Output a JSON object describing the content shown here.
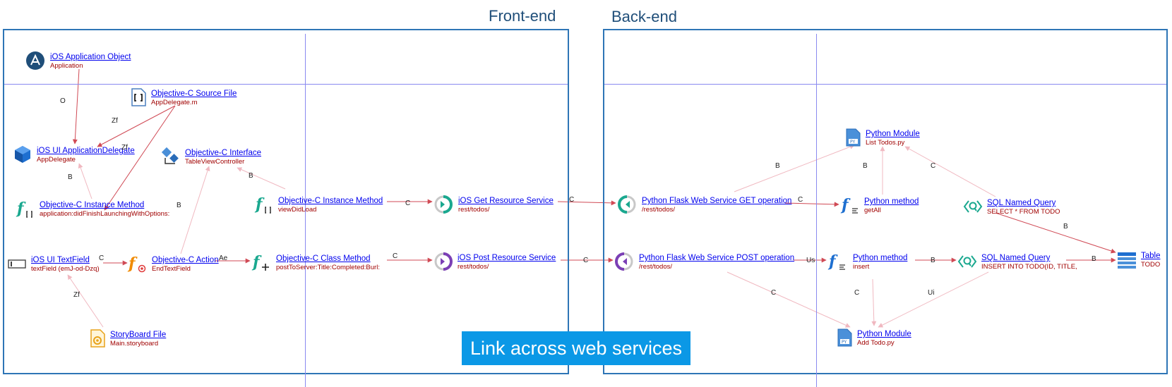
{
  "sections": {
    "front": "Front-end",
    "back": "Back-end"
  },
  "banner": "Link across web services",
  "nodes": {
    "ios_app": {
      "name": "iOS Application Object",
      "sub": "Application",
      "icon": "ios-app-icon"
    },
    "objc_source": {
      "name": "Objective-C Source File",
      "sub": "AppDelegate.m",
      "icon": "source-file-icon"
    },
    "ios_delegate": {
      "name": "iOS UI ApplicationDelegate",
      "sub": "AppDelegate",
      "icon": "cube-icon"
    },
    "objc_interface": {
      "name": "Objective-C Interface",
      "sub": "TableViewController",
      "icon": "interface-icon"
    },
    "objc_method_did": {
      "name": "Objective-C Instance Method",
      "sub": "application:didFinishLaunchingWithOptions:",
      "icon": "method-icon"
    },
    "objc_method_view": {
      "name": "Objective-C Instance Method",
      "sub": "viewDidLoad",
      "icon": "method-icon"
    },
    "ios_get": {
      "name": "iOS Get Resource Service",
      "sub": "rest/todos/",
      "icon": "get-service-icon"
    },
    "ios_textfield": {
      "name": "iOS UI TextField",
      "sub": "textField (emJ-od-Dzq)",
      "icon": "textfield-icon"
    },
    "objc_action": {
      "name": "Objective-C Action",
      "sub": "EndTextField",
      "icon": "action-icon"
    },
    "objc_class_method": {
      "name": "Objective-C Class Method",
      "sub": "postToServer:Title:Completed:Burl:",
      "icon": "class-method-icon"
    },
    "ios_post": {
      "name": "iOS Post Resource Service",
      "sub": "rest/todos/",
      "icon": "post-service-icon"
    },
    "storyboard": {
      "name": "StoryBoard File",
      "sub": "Main.storyboard",
      "icon": "storyboard-icon"
    },
    "flask_get": {
      "name": "Python Flask Web Service GET operation",
      "sub": "/rest/todos/",
      "icon": "flask-get-icon"
    },
    "flask_post": {
      "name": "Python Flask Web Service POST operation",
      "sub": "/rest/todos/",
      "icon": "flask-post-icon"
    },
    "py_module_list": {
      "name": "Python Module",
      "sub": "List Todos.py",
      "icon": "python-file-icon"
    },
    "py_method_getall": {
      "name": "Python method",
      "sub": "getAll",
      "icon": "python-method-icon"
    },
    "sql_select": {
      "name": "SQL Named Query",
      "sub": "SELECT * FROM TODO",
      "icon": "sql-query-icon"
    },
    "table_todo": {
      "name": "Table",
      "sub": "TODO",
      "icon": "table-icon"
    },
    "py_method_insert": {
      "name": "Python method",
      "sub": "insert",
      "icon": "python-method-icon"
    },
    "sql_insert": {
      "name": "SQL Named Query",
      "sub": "INSERT INTO TODO(ID, TITLE,",
      "icon": "sql-query-icon"
    },
    "py_module_add": {
      "name": "Python Module",
      "sub": "Add Todo.py",
      "icon": "python-file-icon"
    }
  },
  "edges": [
    {
      "from": "ios_app",
      "to": "ios_delegate",
      "label": "O"
    },
    {
      "from": "objc_source",
      "to": "ios_delegate",
      "label": "Zf"
    },
    {
      "from": "objc_source",
      "to": "objc_method_did",
      "label": "Zf"
    },
    {
      "from": "objc_method_did",
      "to": "ios_delegate",
      "label": "B"
    },
    {
      "from": "objc_action",
      "to": "objc_interface",
      "label": "B"
    },
    {
      "from": "objc_method_view",
      "to": "objc_interface",
      "label": "B"
    },
    {
      "from": "objc_method_view",
      "to": "ios_get",
      "label": "C"
    },
    {
      "from": "ios_get",
      "to": "flask_get",
      "label": "C"
    },
    {
      "from": "ios_textfield",
      "to": "objc_action",
      "label": "C"
    },
    {
      "from": "objc_action",
      "to": "objc_class_method",
      "label": "Ae"
    },
    {
      "from": "objc_class_method",
      "to": "ios_post",
      "label": "C"
    },
    {
      "from": "ios_post",
      "to": "flask_post",
      "label": "C"
    },
    {
      "from": "storyboard",
      "to": "ios_textfield",
      "label": "Zf"
    },
    {
      "from": "flask_get",
      "to": "py_module_list",
      "label": "B"
    },
    {
      "from": "flask_get",
      "to": "py_method_getall",
      "label": "C"
    },
    {
      "from": "py_method_getall",
      "to": "py_module_list",
      "label": "B"
    },
    {
      "from": "py_method_getall",
      "to": "sql_select",
      "label": "C"
    },
    {
      "from": "sql_select",
      "to": "py_module_list",
      "label": "B"
    },
    {
      "from": "sql_select",
      "to": "table_todo",
      "label": "Us"
    },
    {
      "from": "flask_post",
      "to": "py_method_insert",
      "label": "C"
    },
    {
      "from": "flask_post",
      "to": "py_module_add",
      "label": "B"
    },
    {
      "from": "py_method_insert",
      "to": "sql_insert",
      "label": "C"
    },
    {
      "from": "py_method_insert",
      "to": "py_module_add",
      "label": "B"
    },
    {
      "from": "sql_insert",
      "to": "table_todo",
      "label": "Ui"
    },
    {
      "from": "sql_insert",
      "to": "py_module_add",
      "label": "B"
    }
  ],
  "colors": {
    "edge": "#d04a55",
    "edge_light": "#f0b8c0",
    "panel": "#2e75b6",
    "banner": "#0b98e6",
    "teal": "#1aa88f",
    "blue": "#1e6fd0",
    "orange": "#f08a00",
    "gold": "#e8a21a",
    "purple": "#7b3fb5"
  }
}
